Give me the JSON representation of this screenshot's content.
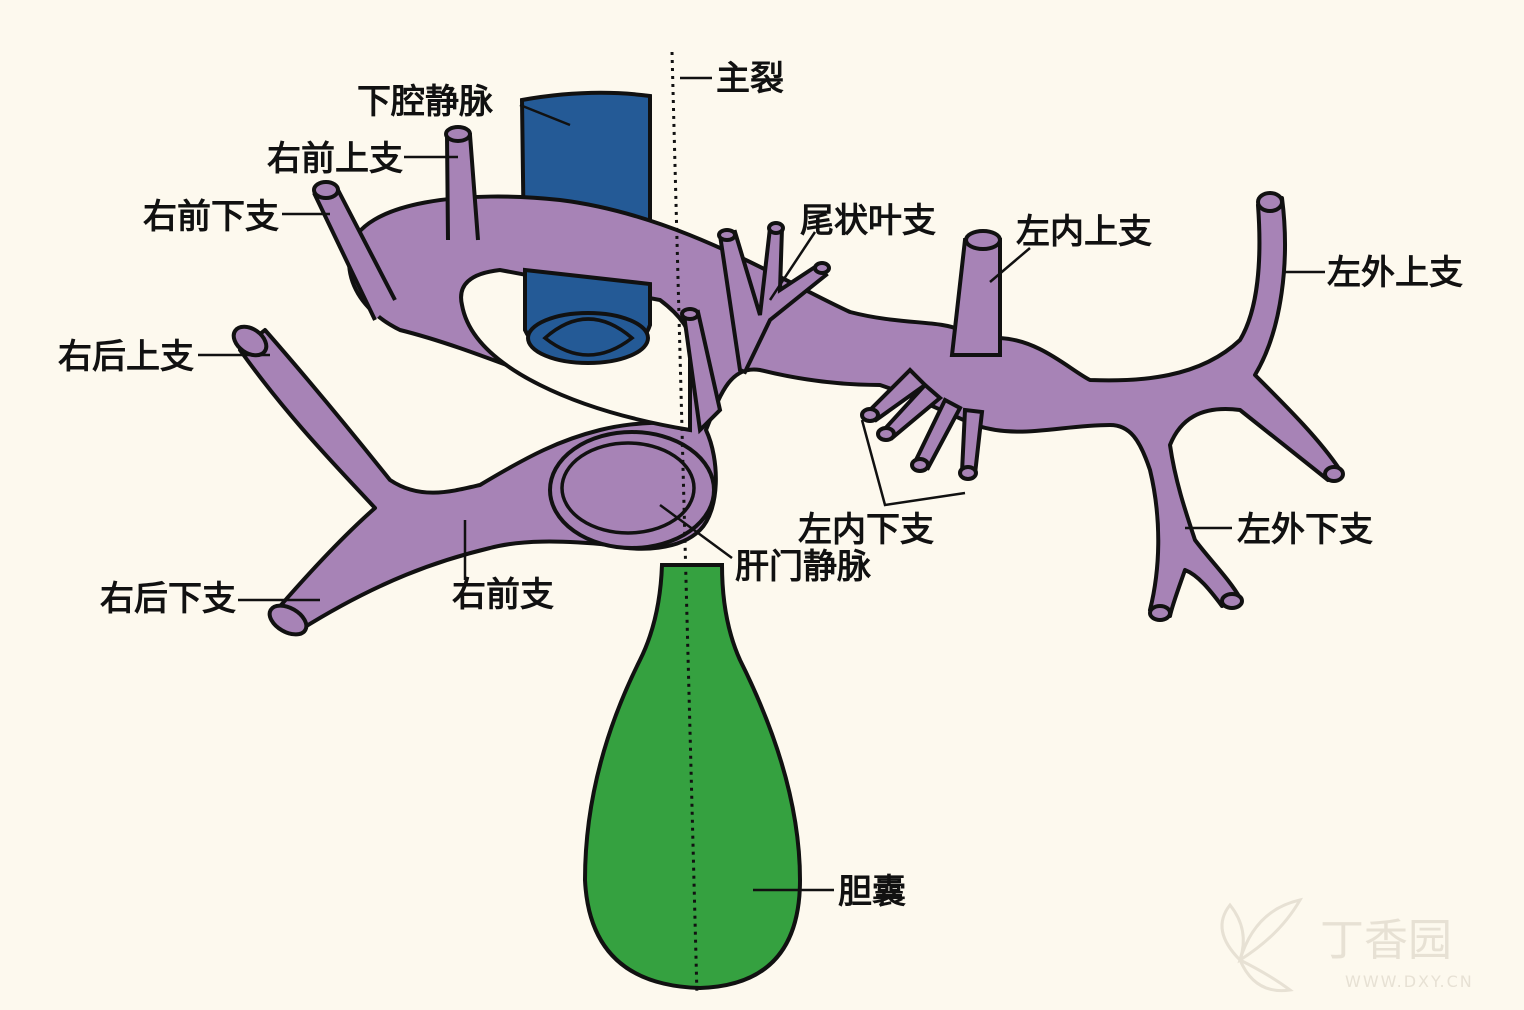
{
  "labels": {
    "main_fissure": "主裂",
    "ivc": "下腔静脉",
    "right_ant_sup": "右前上支",
    "right_ant_inf": "右前下支",
    "caudate": "尾状叶支",
    "left_med_sup": "左内上支",
    "left_lat_sup": "左外上支",
    "right_post_sup": "右后上支",
    "left_med_inf": "左内下支",
    "left_lat_inf": "左外下支",
    "hilar_vein": "肝门静脉",
    "right_post_inf": "右后下支",
    "right_ant": "右前支",
    "gallbladder": "胆囊"
  },
  "watermark": {
    "brand": "丁香园",
    "url": "WWW.DXY.CN"
  },
  "colors": {
    "portal_vein": "#a783b6",
    "ivc": "#245a96",
    "gallbladder": "#35a140",
    "outline": "#111111",
    "background": "#fdf9ee"
  }
}
